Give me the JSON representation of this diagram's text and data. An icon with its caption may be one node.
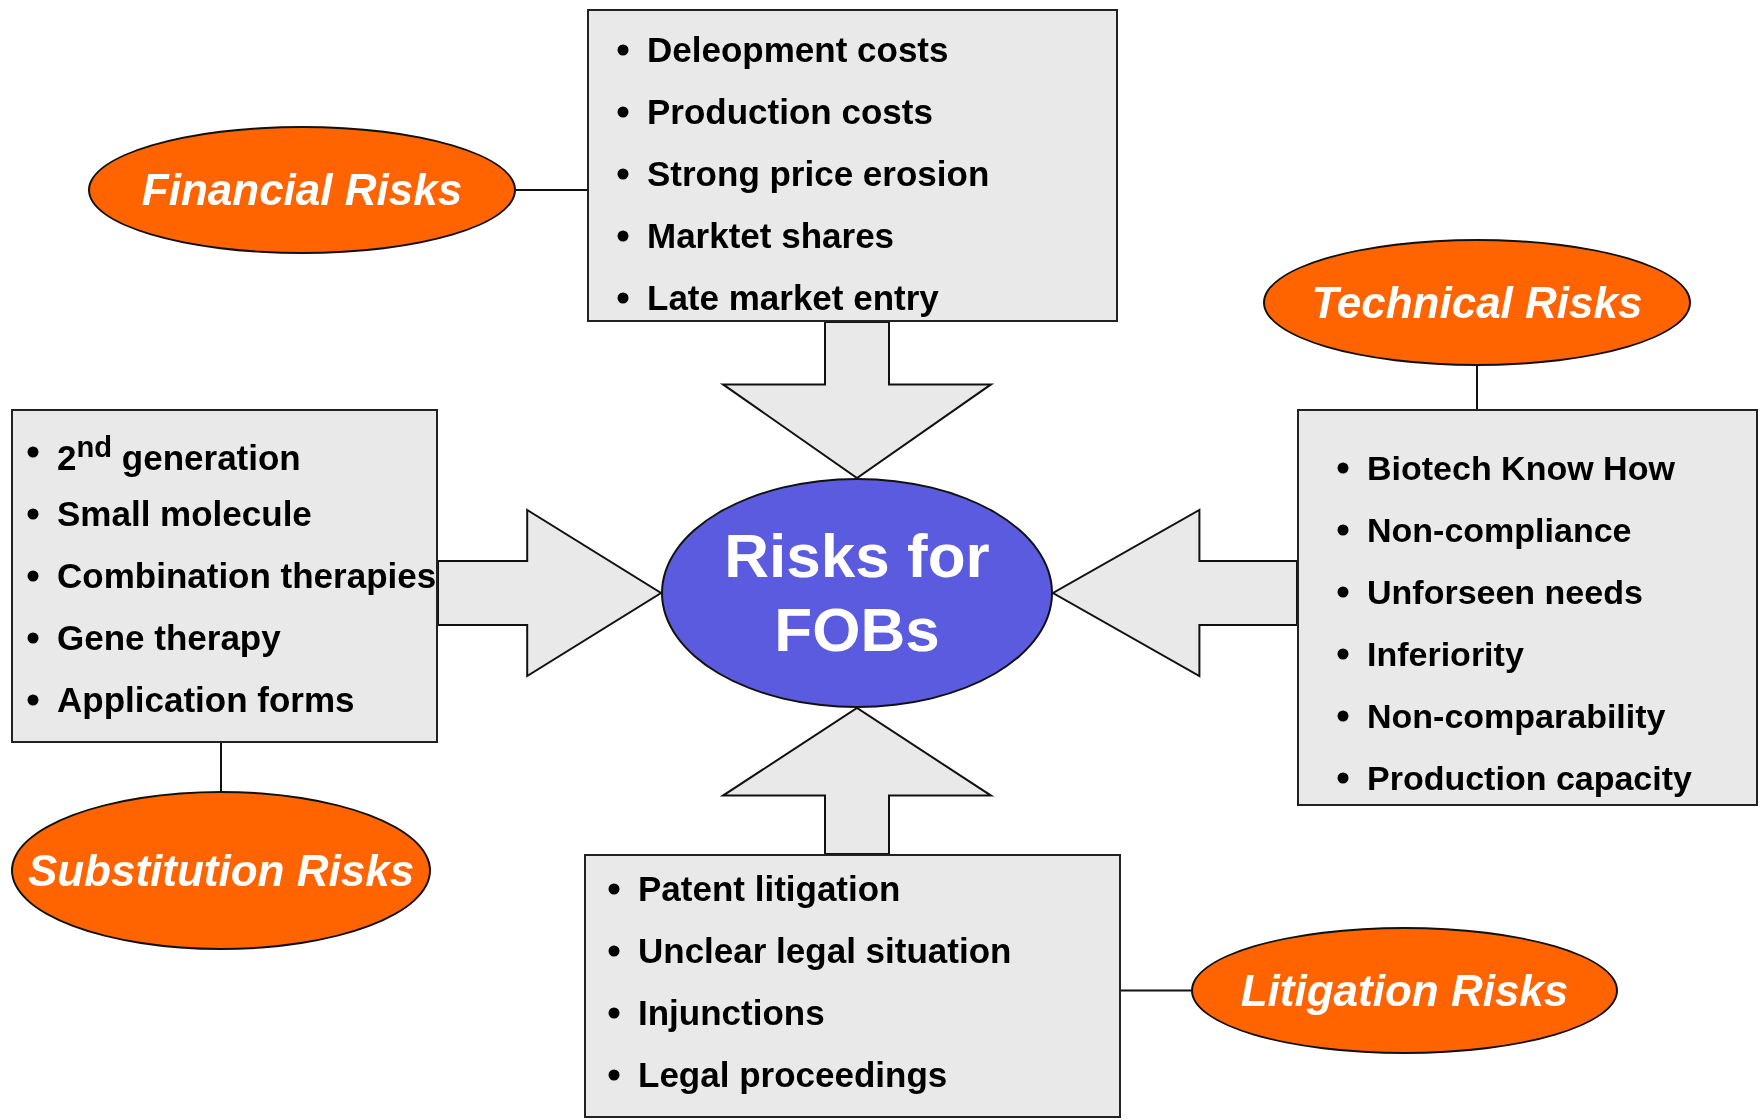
{
  "diagram": {
    "nodes": [
      {
        "text": [
          "Financial Risks"
        ]
      },
      {
        "text": [
          "Deleopment costs",
          "Production costs",
          "Strong price erosion",
          "Marktet shares",
          "Late market entry"
        ]
      },
      {
        "text": [
          "Technical Risks"
        ]
      },
      {
        "text": [
          "Biotech Know How",
          "Non-compliance",
          "Unforseen needs",
          "Inferiority",
          "Non-comparability",
          "Production capacity"
        ]
      },
      {
        "text": [
          "2$^{nd}$ generation",
          "Small molecule",
          "Combination therapies",
          "Gene therapy",
          "Application forms"
        ]
      },
      {
        "text": [
          "Risks for FOBs"
        ]
      },
      {
        "text": [
          "Substitution Risks"
        ]
      },
      {
        "text": [
          "Patent litigation",
          "Unclear legal situation",
          "Injunctions",
          "Legal proceedings"
        ]
      },
      {
        "text": [
          "Litigation Risks"
        ]
      }
    ],
    "edges": [
      {
        "from": 1,
        "to": 5,
        "arrow": "to",
        "style": "thick"
      },
      {
        "from": 4,
        "to": 5,
        "arrow": "to",
        "style": "thick"
      },
      {
        "from": 3,
        "to": 5,
        "arrow": "to",
        "style": "thick"
      },
      {
        "from": 7,
        "to": 5,
        "arrow": "to",
        "style": "thick"
      },
      {
        "from": 0,
        "to": 1,
        "arrow": "none"
      },
      {
        "from": 2,
        "to": 3,
        "arrow": "none"
      },
      {
        "from": 4,
        "to": 6,
        "arrow": "none"
      },
      {
        "from": 7,
        "to": 8,
        "arrow": "none"
      }
    ]
  }
}
